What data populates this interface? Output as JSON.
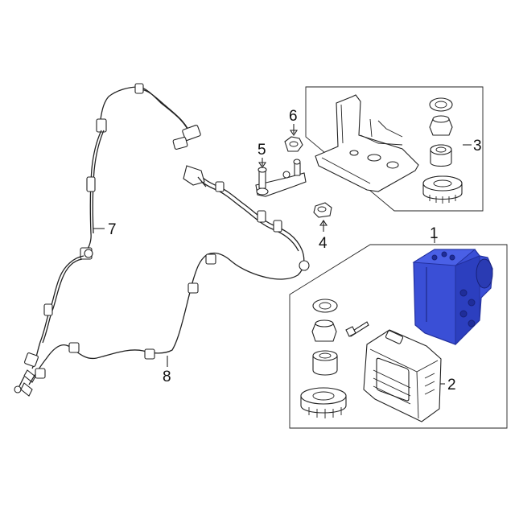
{
  "callouts": {
    "c1": "1",
    "c2": "2",
    "c3": "3",
    "c4": "4",
    "c5": "5",
    "c6": "6",
    "c7": "7",
    "c8": "8"
  },
  "colors": {
    "highlight": "#3a4fd6",
    "highlight_dark": "#22309e",
    "line": "#222222",
    "background": "#ffffff"
  }
}
